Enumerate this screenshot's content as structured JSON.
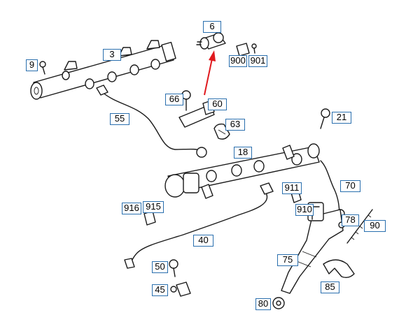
{
  "callouts": {
    "p3": "3",
    "p6": "6",
    "p9": "9",
    "p900": "900",
    "p901": "901",
    "p55": "55",
    "p60": "60",
    "p63": "63",
    "p66": "66",
    "p21": "21",
    "p18": "18",
    "p70": "70",
    "p911": "911",
    "p910": "910",
    "p916": "916",
    "p915": "915",
    "p78": "78",
    "p90": "90",
    "p40": "40",
    "p75": "75",
    "p50": "50",
    "p45": "45",
    "p85": "85",
    "p80": "80"
  },
  "colors": {
    "callout_border": "#2a6fae",
    "line": "#1a1a1a",
    "arrow": "#e0191e"
  }
}
